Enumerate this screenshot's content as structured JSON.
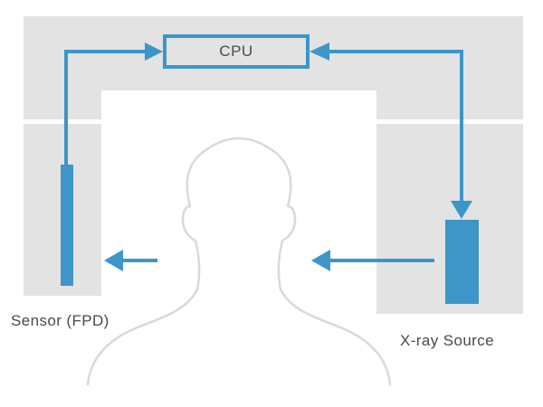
{
  "labels": {
    "cpu": "CPU",
    "sensor": "Sensor (FPD)",
    "xray_source": "X-ray Source"
  },
  "colors": {
    "accent": "#3d95c8",
    "panel": "#e3e3e3",
    "outline": "#d9d9d9",
    "text": "#4a4a4a"
  }
}
